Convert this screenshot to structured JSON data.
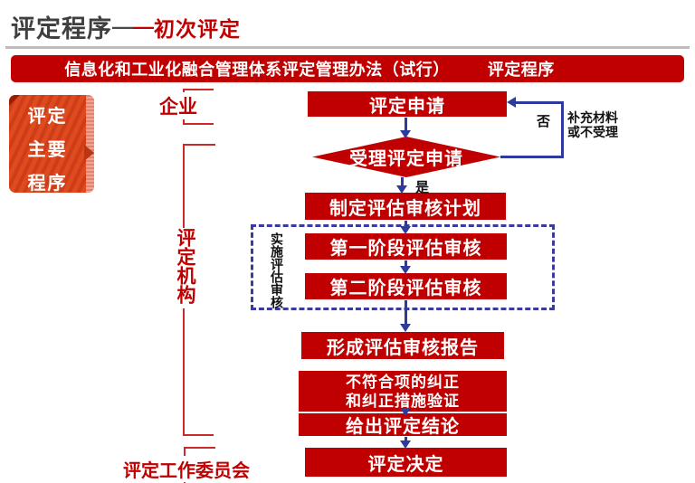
{
  "title": {
    "main": "评定程序",
    "dash_gray": "—",
    "dash_red": "—",
    "sub": "初次评定"
  },
  "banner": {
    "doc_title": "信息化和工业化融合管理体系评定管理办法（试行）",
    "section": "评定程序"
  },
  "sidebar": {
    "line1": "评定",
    "line2": "主要",
    "line3": "程序"
  },
  "lanes": {
    "enterprise": "企业",
    "assessor": "评定机构",
    "committee": "评定工作委员会"
  },
  "flow": {
    "apply": "评定申请",
    "accept_decision": "受理评定申请",
    "yes_label": "是",
    "no_label": "否",
    "no_note1": "补充材料",
    "no_note2": "或不受理",
    "plan": "制定评估审核计划",
    "implement_label": "实施评估审核",
    "stage1": "第一阶段评估审核",
    "stage2": "第二阶段评估审核",
    "report": "形成评估审核报告",
    "correction1": "不符合项的纠正",
    "correction2": "和纠正措施验证",
    "conclusion": "给出评定结论",
    "final_decision": "评定决定"
  },
  "colors": {
    "box_red": "#c00000",
    "arrow_blue": "#2e3a9c",
    "bracket_red": "#cb2a2a",
    "sidebar_orange": "#e04a1f",
    "title_gray": "#3f3f3f",
    "divider_gray": "#bdbdbd",
    "dashed_border_blue": "#3b3b9e"
  }
}
